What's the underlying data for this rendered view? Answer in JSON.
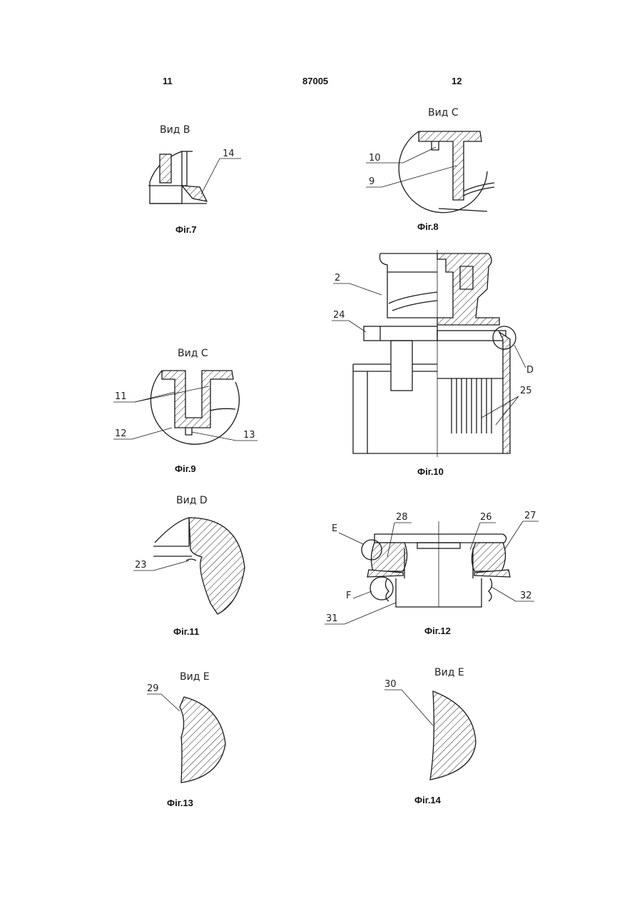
{
  "header": {
    "left_page": "11",
    "patent_number": "87005",
    "right_page": "12"
  },
  "figures": [
    {
      "label": "Фіг.7",
      "view_title": "Вид В",
      "callouts": [
        "14"
      ]
    },
    {
      "label": "Фіг.8",
      "view_title": "Вид С",
      "callouts": [
        "10",
        "9"
      ]
    },
    {
      "label": "Фіг.9",
      "view_title": "Вид С",
      "callouts": [
        "11",
        "12",
        "13"
      ]
    },
    {
      "label": "Фіг.10",
      "view_title": "",
      "callouts": [
        "2",
        "24",
        "D",
        "25"
      ]
    },
    {
      "label": "Фіг.11",
      "view_title": "Вид D",
      "callouts": [
        "23"
      ]
    },
    {
      "label": "Фіг.12",
      "view_title": "",
      "callouts": [
        "28",
        "26",
        "27",
        "E",
        "F",
        "32",
        "31"
      ]
    },
    {
      "label": "Фіг.13",
      "view_title": "Вид E",
      "callouts": [
        "29"
      ]
    },
    {
      "label": "Фіг.14",
      "view_title": "Вид E",
      "callouts": [
        "30"
      ]
    }
  ]
}
